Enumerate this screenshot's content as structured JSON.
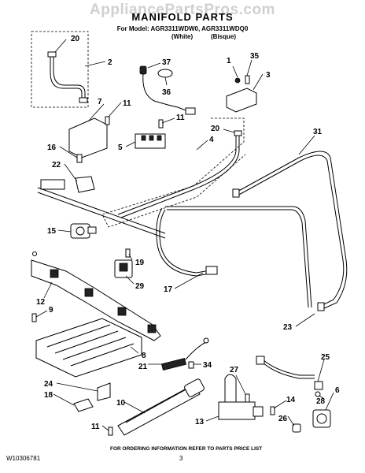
{
  "watermark": "AppliancePartsPros.com",
  "title": "MANIFOLD PARTS",
  "model_line": "For Model: AGR3311WDW0, AGR3311WDQ0",
  "variant_white": "(White)",
  "variant_bisque": "(Bisque)",
  "footer_code": "W10306781",
  "footer_note": "FOR ORDERING INFORMATION REFER TO PARTS PRICE LIST",
  "footer_page": "3",
  "callouts": {
    "c1": "1",
    "c2": "2",
    "c3": "3",
    "c4": "4",
    "c5": "5",
    "c6": "6",
    "c7": "7",
    "c8": "8",
    "c9": "9",
    "c10": "10",
    "c11a": "11",
    "c11b": "11",
    "c11c": "11",
    "c12": "12",
    "c13": "13",
    "c14": "14",
    "c15": "15",
    "c16": "16",
    "c17": "17",
    "c18": "18",
    "c19": "19",
    "c20a": "20",
    "c20b": "20",
    "c21": "21",
    "c22": "22",
    "c23": "23",
    "c24": "24",
    "c25": "25",
    "c26": "26",
    "c27": "27",
    "c28": "28",
    "c29": "29",
    "c31": "31",
    "c34": "34",
    "c35": "35",
    "c36": "36",
    "c37": "37"
  }
}
